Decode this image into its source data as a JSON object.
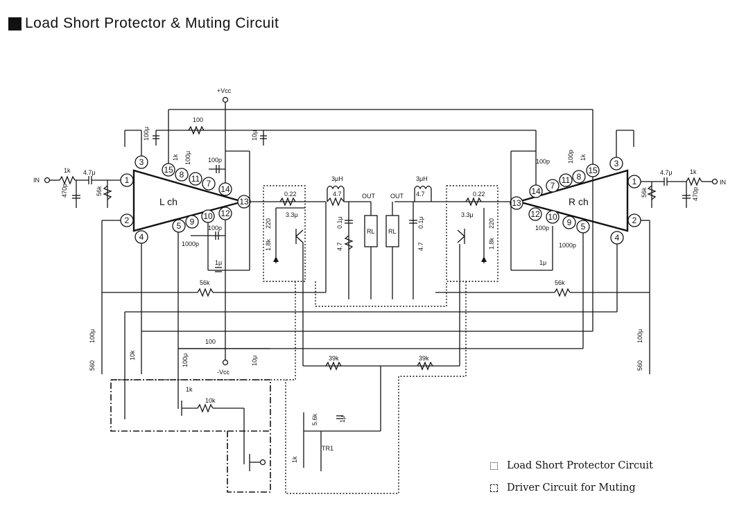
{
  "title": "Load Short Protector & Muting Circuit",
  "legend": [
    {
      "style": "dotted",
      "label": "Load Short Protector Circuit"
    },
    {
      "style": "dash-dot",
      "label": "Driver Circuit for Muting"
    }
  ],
  "amplifiers": {
    "left": {
      "label": "L ch"
    },
    "right": {
      "label": "R ch"
    }
  },
  "pins": {
    "p1": "1",
    "p2": "2",
    "p3": "3",
    "p4": "4",
    "p5": "5",
    "p7": "7",
    "p8": "8",
    "p9": "9",
    "p10": "10",
    "p11": "11",
    "p12": "12",
    "p13": "13",
    "p14": "14",
    "p15": "15"
  },
  "labels": {
    "vcc_pos": "+Vcc",
    "vcc_neg": "-Vcc",
    "in": "IN",
    "out": "OUT",
    "rl": "RL",
    "tr1": "TR1",
    "r_1k": "1k",
    "r_56k": "56k",
    "r_100": "100",
    "r_4_7": "4.7",
    "r_0_22": "0.22",
    "r_220": "220",
    "r_1_8k": "1.8k",
    "r_560": "560",
    "r_10k": "10k",
    "r_39k": "39k",
    "r_5_6k": "5.6k",
    "c_470p": "470p",
    "c_4_7u": "4.7μ",
    "c_100u": "100μ",
    "c_10u": "10μ",
    "c_100p": "100p",
    "c_1000p": "1000p",
    "c_1u": "1μ",
    "c_3_3u": "3.3μ",
    "c_0_1u": "0.1μ",
    "l_3uh": "3μH"
  }
}
